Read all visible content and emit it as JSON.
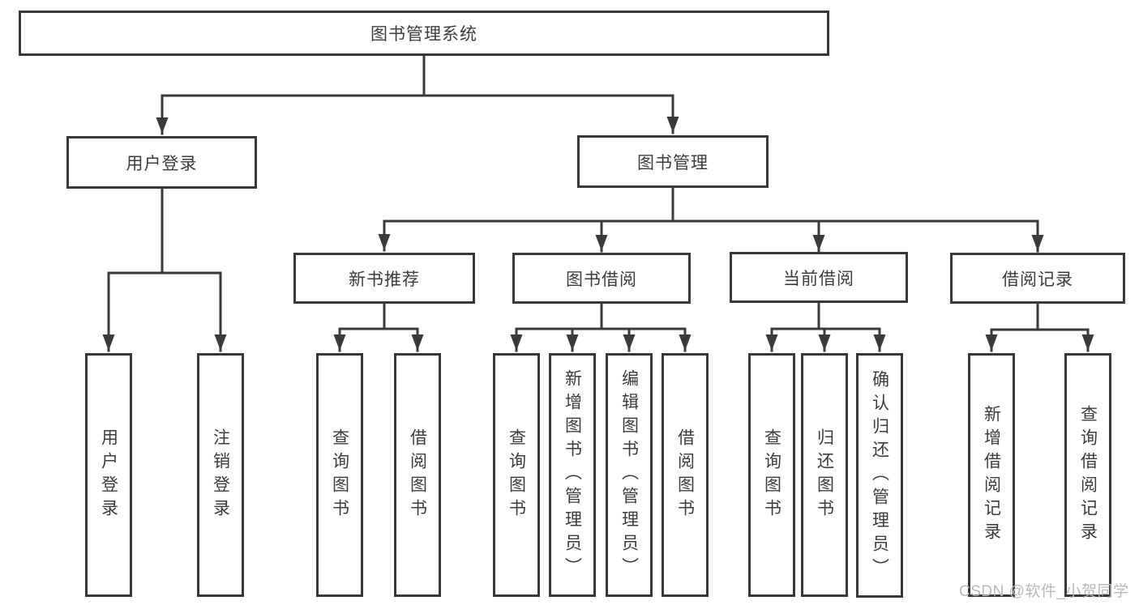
{
  "diagram": {
    "title": "图书管理系统",
    "type": "hierarchy-tree",
    "colors": {
      "line": "#3a3a3a",
      "box_border": "#383838",
      "text": "#3c3c3c",
      "background": "#ffffff",
      "watermark": "#b9b9b9"
    },
    "watermark": "CSDN @软件_小贺同学",
    "tree": {
      "label": "图书管理系统",
      "children": [
        {
          "label": "用户登录",
          "children": [
            {
              "label": "用户登录"
            },
            {
              "label": "注销登录"
            }
          ]
        },
        {
          "label": "图书管理",
          "children": [
            {
              "label": "新书推荐",
              "children": [
                {
                  "label": "查询图书"
                },
                {
                  "label": "借阅图书"
                }
              ]
            },
            {
              "label": "图书借阅",
              "children": [
                {
                  "label": "查询图书"
                },
                {
                  "label": "新增图书（管理员）"
                },
                {
                  "label": "编辑图书（管理员）"
                },
                {
                  "label": "借阅图书"
                }
              ]
            },
            {
              "label": "当前借阅",
              "children": [
                {
                  "label": "查询图书"
                },
                {
                  "label": "归还图书"
                },
                {
                  "label": "确认归还（管理员）"
                }
              ]
            },
            {
              "label": "借阅记录",
              "children": [
                {
                  "label": "新增借阅记录"
                },
                {
                  "label": "查询借阅记录"
                }
              ]
            }
          ]
        }
      ]
    }
  }
}
